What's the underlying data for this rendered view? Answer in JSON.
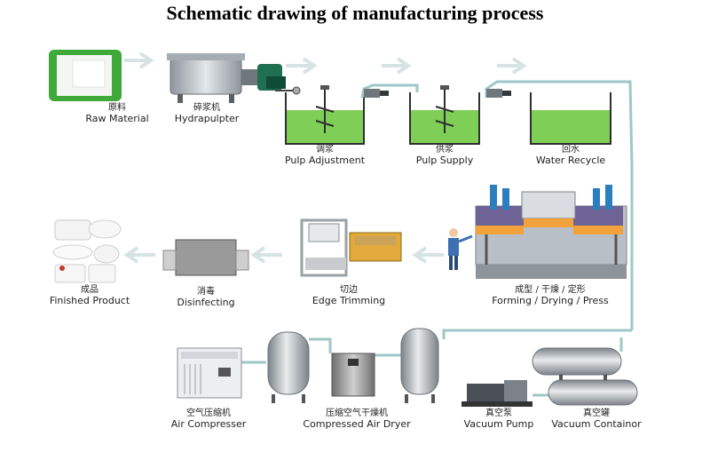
{
  "title": "Schematic drawing of manufacturing process",
  "stages": {
    "raw_material": {
      "cn": "原料",
      "en": "Raw Material"
    },
    "hydrapulpter": {
      "cn": "碎浆机",
      "en": "Hydrapulpter"
    },
    "pulp_adjustment": {
      "cn": "调浆",
      "en": "Pulp Adjustment"
    },
    "pulp_supply": {
      "cn": "供浆",
      "en": "Pulp Supply"
    },
    "water_recycle": {
      "cn": "回水",
      "en": "Water Recycle"
    },
    "forming": {
      "cn": "成型 / 干燥 / 定形",
      "en": "Forming / Drying / Press"
    },
    "edge_trimming": {
      "cn": "切边",
      "en": "Edge Trimming"
    },
    "disinfecting": {
      "cn": "消毒",
      "en": "Disinfecting"
    },
    "finished": {
      "cn": "成品",
      "en": "Finished Product"
    },
    "air_compressor": {
      "cn": "空气压缩机",
      "en": "Air Compresser"
    },
    "air_dryer": {
      "cn": "压缩空气干燥机",
      "en": "Compressed Air Dryer"
    },
    "vacuum_pump": {
      "cn": "真空泵",
      "en": "Vacuum Pump"
    },
    "vacuum_container": {
      "cn": "真空罐",
      "en": "Vacuum Containor"
    }
  },
  "colors": {
    "pulp_green": "#7fcf57",
    "tank_line": "#2f2f2f",
    "arrow": "#dbe8e8",
    "pipe": "#9fc7c7",
    "frame_purple": "#7a6fa8",
    "frame_orange": "#f2a23a",
    "steel": "#b9bfc6"
  }
}
